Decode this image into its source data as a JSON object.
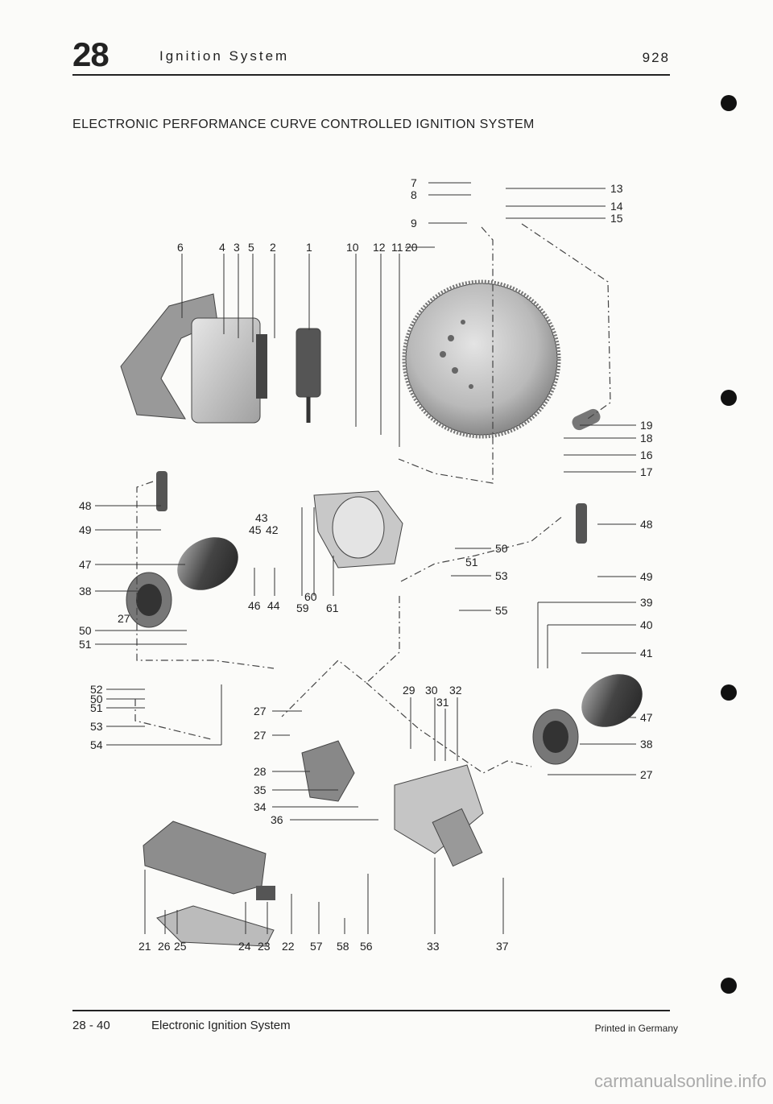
{
  "header": {
    "section_number": "28",
    "section_title": "Ignition System",
    "model": "928"
  },
  "subtitle": "ELECTRONIC PERFORMANCE CURVE CONTROLLED IGNITION SYSTEM",
  "footer": {
    "page_ref": "28 - 40",
    "title": "Electronic Ignition System",
    "printed": "Printed in Germany"
  },
  "watermark": "carmanualsonline.info",
  "callouts": [
    "7",
    "8",
    "9",
    "13",
    "14",
    "15",
    "6",
    "4",
    "3",
    "5",
    "2",
    "1",
    "10",
    "12",
    "11",
    "20",
    "19",
    "18",
    "16",
    "17",
    "48",
    "49",
    "47",
    "38",
    "27",
    "50",
    "51",
    "52",
    "50",
    "51",
    "53",
    "54",
    "43",
    "45",
    "42",
    "46",
    "44",
    "60",
    "59",
    "61",
    "50",
    "51",
    "53",
    "55",
    "48",
    "49",
    "39",
    "40",
    "41",
    "47",
    "38",
    "27",
    "29",
    "30",
    "32",
    "31",
    "27",
    "27",
    "28",
    "35",
    "34",
    "36",
    "21",
    "26",
    "25",
    "24",
    "23",
    "22",
    "57",
    "58",
    "56",
    "33",
    "37"
  ],
  "colors": {
    "ink": "#222222",
    "part": "#8f8f8f",
    "paper": "#fbfbf9"
  }
}
